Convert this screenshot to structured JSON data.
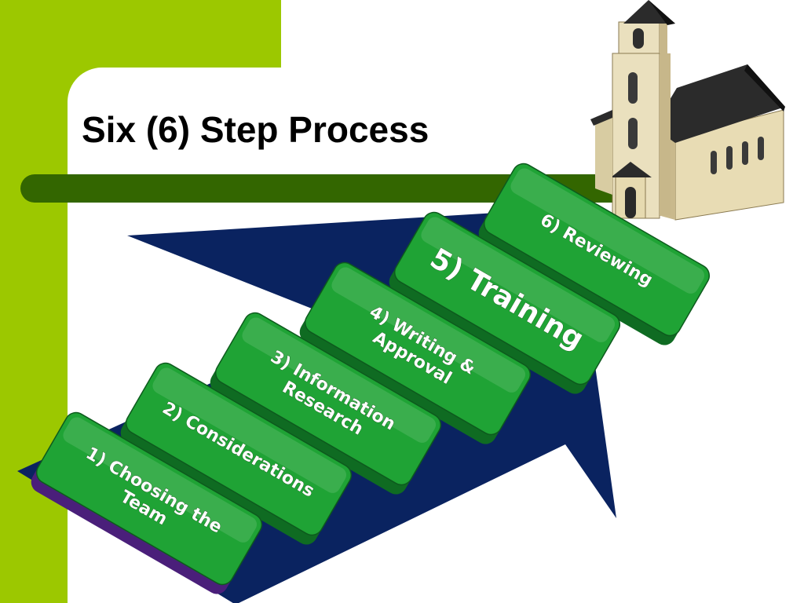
{
  "slide": {
    "title": "Six (6) Step Process"
  },
  "colors": {
    "accent_green": "#9cc800",
    "title_bar": "#336600",
    "arrow_navy": "#0a2360",
    "step_green": "#1fa335",
    "step_side": "#0f6b22",
    "first_step_side": "#4a1f7a"
  },
  "steps": [
    {
      "lines": [
        "1) Choosing the",
        "Team"
      ]
    },
    {
      "lines": [
        "2) Considerations"
      ]
    },
    {
      "lines": [
        "3) Information",
        "Research"
      ]
    },
    {
      "lines": [
        "4) Writing &",
        "Approval"
      ]
    },
    {
      "lines": [
        "5) Training"
      ]
    },
    {
      "lines": [
        "6) Reviewing"
      ]
    }
  ],
  "illustration": {
    "icon": "church-icon"
  }
}
